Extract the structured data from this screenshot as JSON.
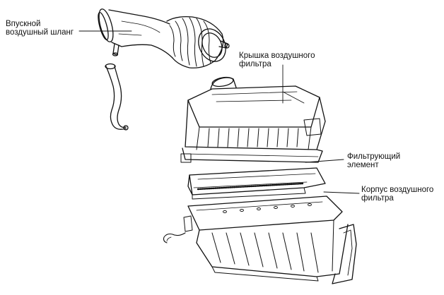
{
  "labels": {
    "intake_hose": {
      "line1": "Впускной",
      "line2": "воздушный шланг"
    },
    "filter_cover": {
      "line1": "Крышка воздушного",
      "line2": "фильтра"
    },
    "filter_element": {
      "line1": "Фильтрующий",
      "line2": "элемент"
    },
    "filter_housing": {
      "line1": "Корпус воздушного",
      "line2": "фильтра"
    }
  },
  "colors": {
    "ink": "#111111",
    "background": "#ffffff"
  }
}
